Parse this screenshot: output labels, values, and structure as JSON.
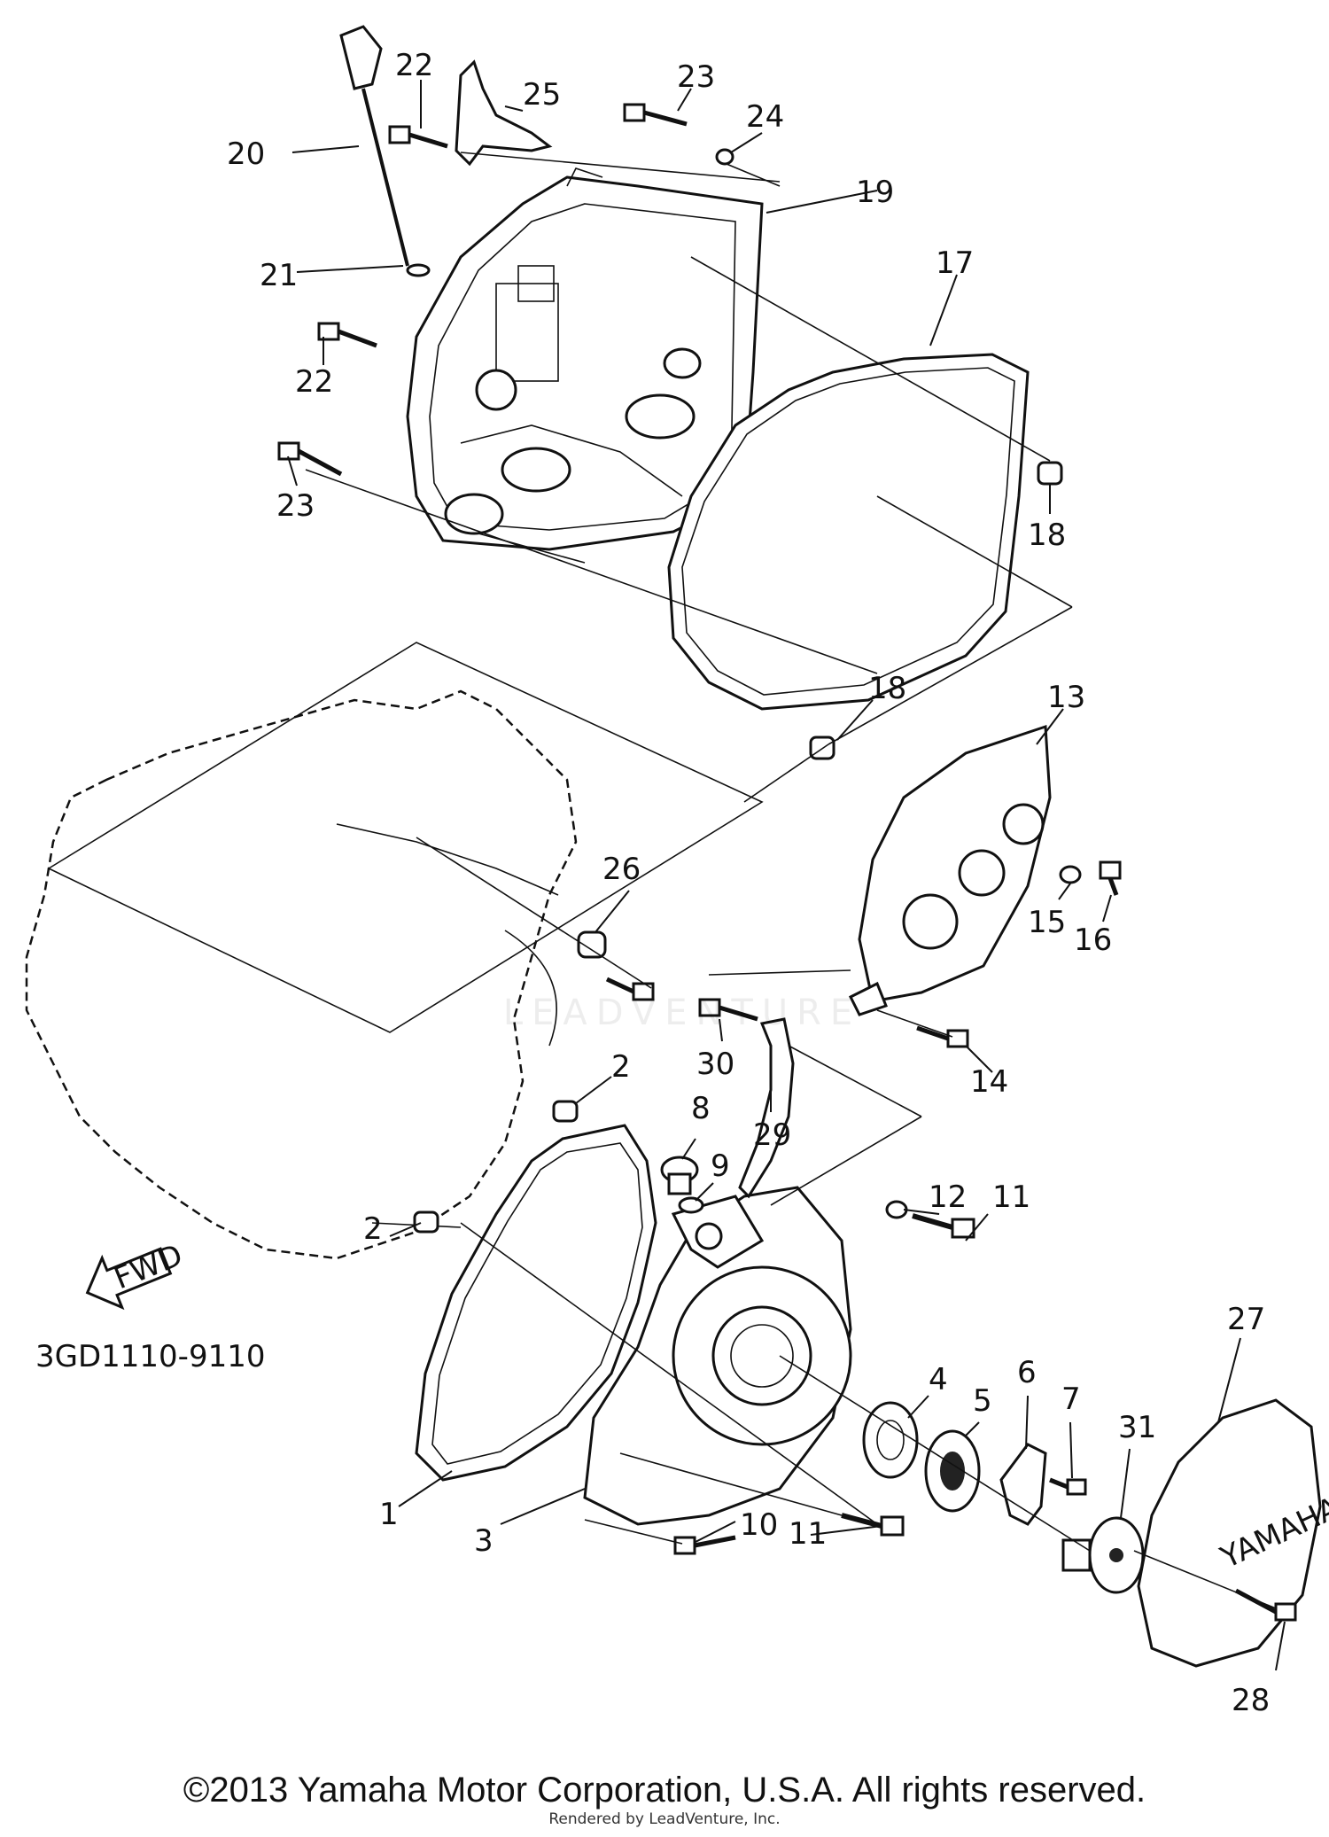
{
  "diagram": {
    "code": "3GD1110-9110",
    "fwd_label": "FWD",
    "cover_logo_text": "YAMAHA",
    "watermark_text": "LEADVENTURE",
    "callouts": {
      "c1": "1",
      "c2a": "2",
      "c2b": "2",
      "c3": "3",
      "c4": "4",
      "c5": "5",
      "c6": "6",
      "c7": "7",
      "c8": "8",
      "c9": "9",
      "c10": "10",
      "c11a": "11",
      "c11b": "11",
      "c12": "12",
      "c13": "13",
      "c14": "14",
      "c15": "15",
      "c16": "16",
      "c17": "17",
      "c18a": "18",
      "c18b": "18",
      "c19": "19",
      "c20": "20",
      "c21": "21",
      "c22a": "22",
      "c22b": "22",
      "c23a": "23",
      "c23b": "23",
      "c24": "24",
      "c25": "25",
      "c26": "26",
      "c27": "27",
      "c28": "28",
      "c29": "29",
      "c30": "30",
      "c31": "31"
    }
  },
  "footer": {
    "copyright": "©2013 Yamaha Motor Corporation, U.S.A. All rights reserved.",
    "rendered_by": "Rendered by LeadVenture, Inc."
  }
}
